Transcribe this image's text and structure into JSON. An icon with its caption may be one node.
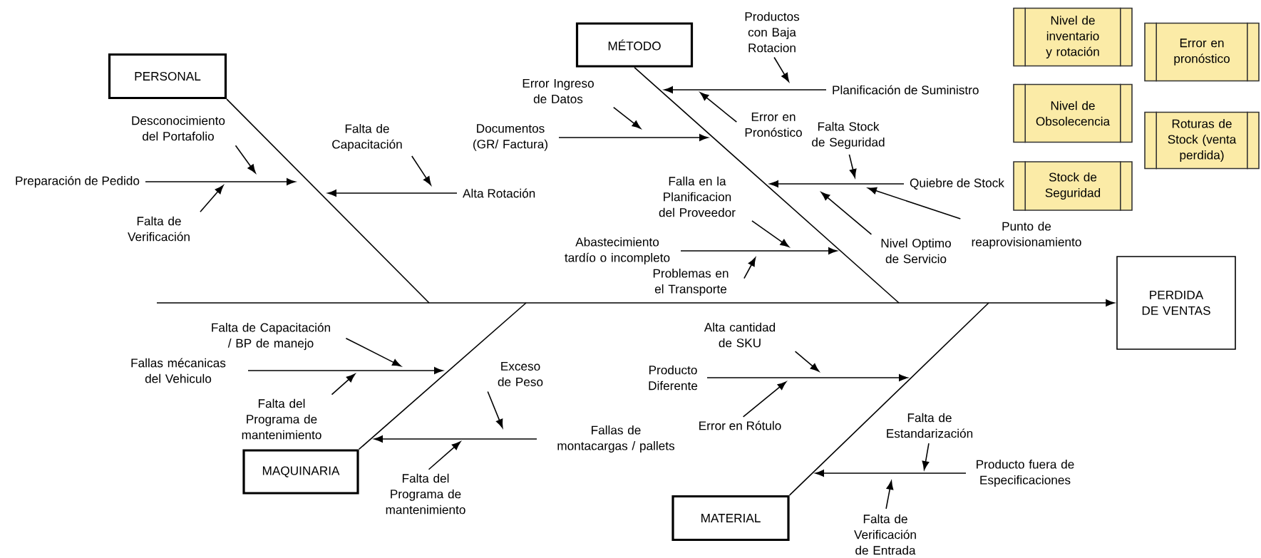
{
  "diagram": {
    "nodes": [
      {
        "text": [
          "PERSONAL"
        ]
      },
      {
        "text": [
          "MÉTODO"
        ]
      },
      {
        "text": [
          "MAQUINARIA"
        ]
      },
      {
        "text": [
          "MATERIAL"
        ]
      },
      {
        "text": [
          "PERDIDA DE VENTAS"
        ]
      },
      {
        "text": [
          "Preparación de Pedido"
        ]
      },
      {
        "text": [
          "Desconocimiento del Portafolio"
        ]
      },
      {
        "text": [
          "Falta de Verificación"
        ]
      },
      {
        "text": [
          "Falta de Capacitación"
        ]
      },
      {
        "text": [
          "Alta Rotación"
        ]
      },
      {
        "text": [
          "Productos con Baja Rotacion"
        ]
      },
      {
        "text": [
          "Planificación de Suministro"
        ]
      },
      {
        "text": [
          "Error en Pronóstico"
        ]
      },
      {
        "text": [
          "Error Ingreso de Datos"
        ]
      },
      {
        "text": [
          "Documentos (GR/ Factura)"
        ]
      },
      {
        "text": [
          "Falta Stock de Seguridad"
        ]
      },
      {
        "text": [
          "Quiebre de Stock"
        ]
      },
      {
        "text": [
          "Nivel Optimo de Servicio"
        ]
      },
      {
        "text": [
          "Punto de reaprovisionamiento"
        ]
      },
      {
        "text": [
          "Falla en la Planificacion del Proveedor"
        ]
      },
      {
        "text": [
          "Abastecimiento tardío o incompleto"
        ]
      },
      {
        "text": [
          "Problemas en el Transporte"
        ]
      },
      {
        "text": [
          "Falta de Capacitación / BP de manejo"
        ]
      },
      {
        "text": [
          "Fallas mécanicas del Vehiculo"
        ]
      },
      {
        "text": [
          "Falta del Programa de mantenimiento"
        ]
      },
      {
        "text": [
          "Exceso de Peso"
        ]
      },
      {
        "text": [
          "Fallas de montacargas / pallets"
        ]
      },
      {
        "text": [
          "Falta del Programa de mantenimiento"
        ]
      },
      {
        "text": [
          "Alta cantidad de SKU"
        ]
      },
      {
        "text": [
          "Producto Diferente"
        ]
      },
      {
        "text": [
          "Error en Rótulo"
        ]
      },
      {
        "text": [
          "Falta de Estandarización"
        ]
      },
      {
        "text": [
          "Producto fuera de Especificaciones"
        ]
      },
      {
        "text": [
          "Falta de Verificación de Entrada"
        ]
      },
      {
        "text": [
          "Nivel de inventario y rotación"
        ]
      },
      {
        "text": [
          "Nivel de Obsolecencia"
        ]
      },
      {
        "text": [
          "Stock de Seguridad"
        ]
      },
      {
        "text": [
          "Error en pronóstico"
        ]
      },
      {
        "text": [
          "Roturas de Stock (venta perdida)"
        ]
      }
    ],
    "edges": [
      {
        "from": 0,
        "to": 4,
        "arrow": "to"
      },
      {
        "from": 1,
        "to": 4,
        "arrow": "to"
      },
      {
        "from": 2,
        "to": 4,
        "arrow": "to"
      },
      {
        "from": 3,
        "to": 4,
        "arrow": "to"
      },
      {
        "from": null,
        "to": 4,
        "arrow": "to"
      },
      {
        "from": 5,
        "to": null,
        "arrow": "to"
      },
      {
        "from": 6,
        "to": null,
        "arrow": "to"
      },
      {
        "from": 7,
        "to": null,
        "arrow": "to"
      },
      {
        "from": 8,
        "to": null,
        "arrow": "to"
      },
      {
        "from": 9,
        "to": null,
        "arrow": "to"
      },
      {
        "from": 10,
        "to": null,
        "arrow": "to"
      },
      {
        "from": 11,
        "to": null,
        "arrow": "to"
      },
      {
        "from": 12,
        "to": null,
        "arrow": "to"
      },
      {
        "from": 13,
        "to": null,
        "arrow": "to"
      },
      {
        "from": 14,
        "to": null,
        "arrow": "to"
      },
      {
        "from": 15,
        "to": null,
        "arrow": "to"
      },
      {
        "from": 16,
        "to": null,
        "arrow": "to"
      },
      {
        "from": 17,
        "to": null,
        "arrow": "to"
      },
      {
        "from": 18,
        "to": null,
        "arrow": "to"
      },
      {
        "from": 19,
        "to": null,
        "arrow": "to"
      },
      {
        "from": 20,
        "to": null,
        "arrow": "to"
      },
      {
        "from": 21,
        "to": null,
        "arrow": "to"
      },
      {
        "from": 22,
        "to": null,
        "arrow": "to"
      },
      {
        "from": 23,
        "to": null,
        "arrow": "to"
      },
      {
        "from": 24,
        "to": null,
        "arrow": "to"
      },
      {
        "from": 25,
        "to": null,
        "arrow": "to"
      },
      {
        "from": 26,
        "to": null,
        "arrow": "to"
      },
      {
        "from": 27,
        "to": null,
        "arrow": "to"
      },
      {
        "from": 28,
        "to": null,
        "arrow": "to"
      },
      {
        "from": 29,
        "to": null,
        "arrow": "to"
      },
      {
        "from": 30,
        "to": null,
        "arrow": "to"
      },
      {
        "from": 31,
        "to": null,
        "arrow": "to"
      },
      {
        "from": 32,
        "to": null,
        "arrow": "to"
      },
      {
        "from": 33,
        "to": null,
        "arrow": "to"
      }
    ]
  }
}
